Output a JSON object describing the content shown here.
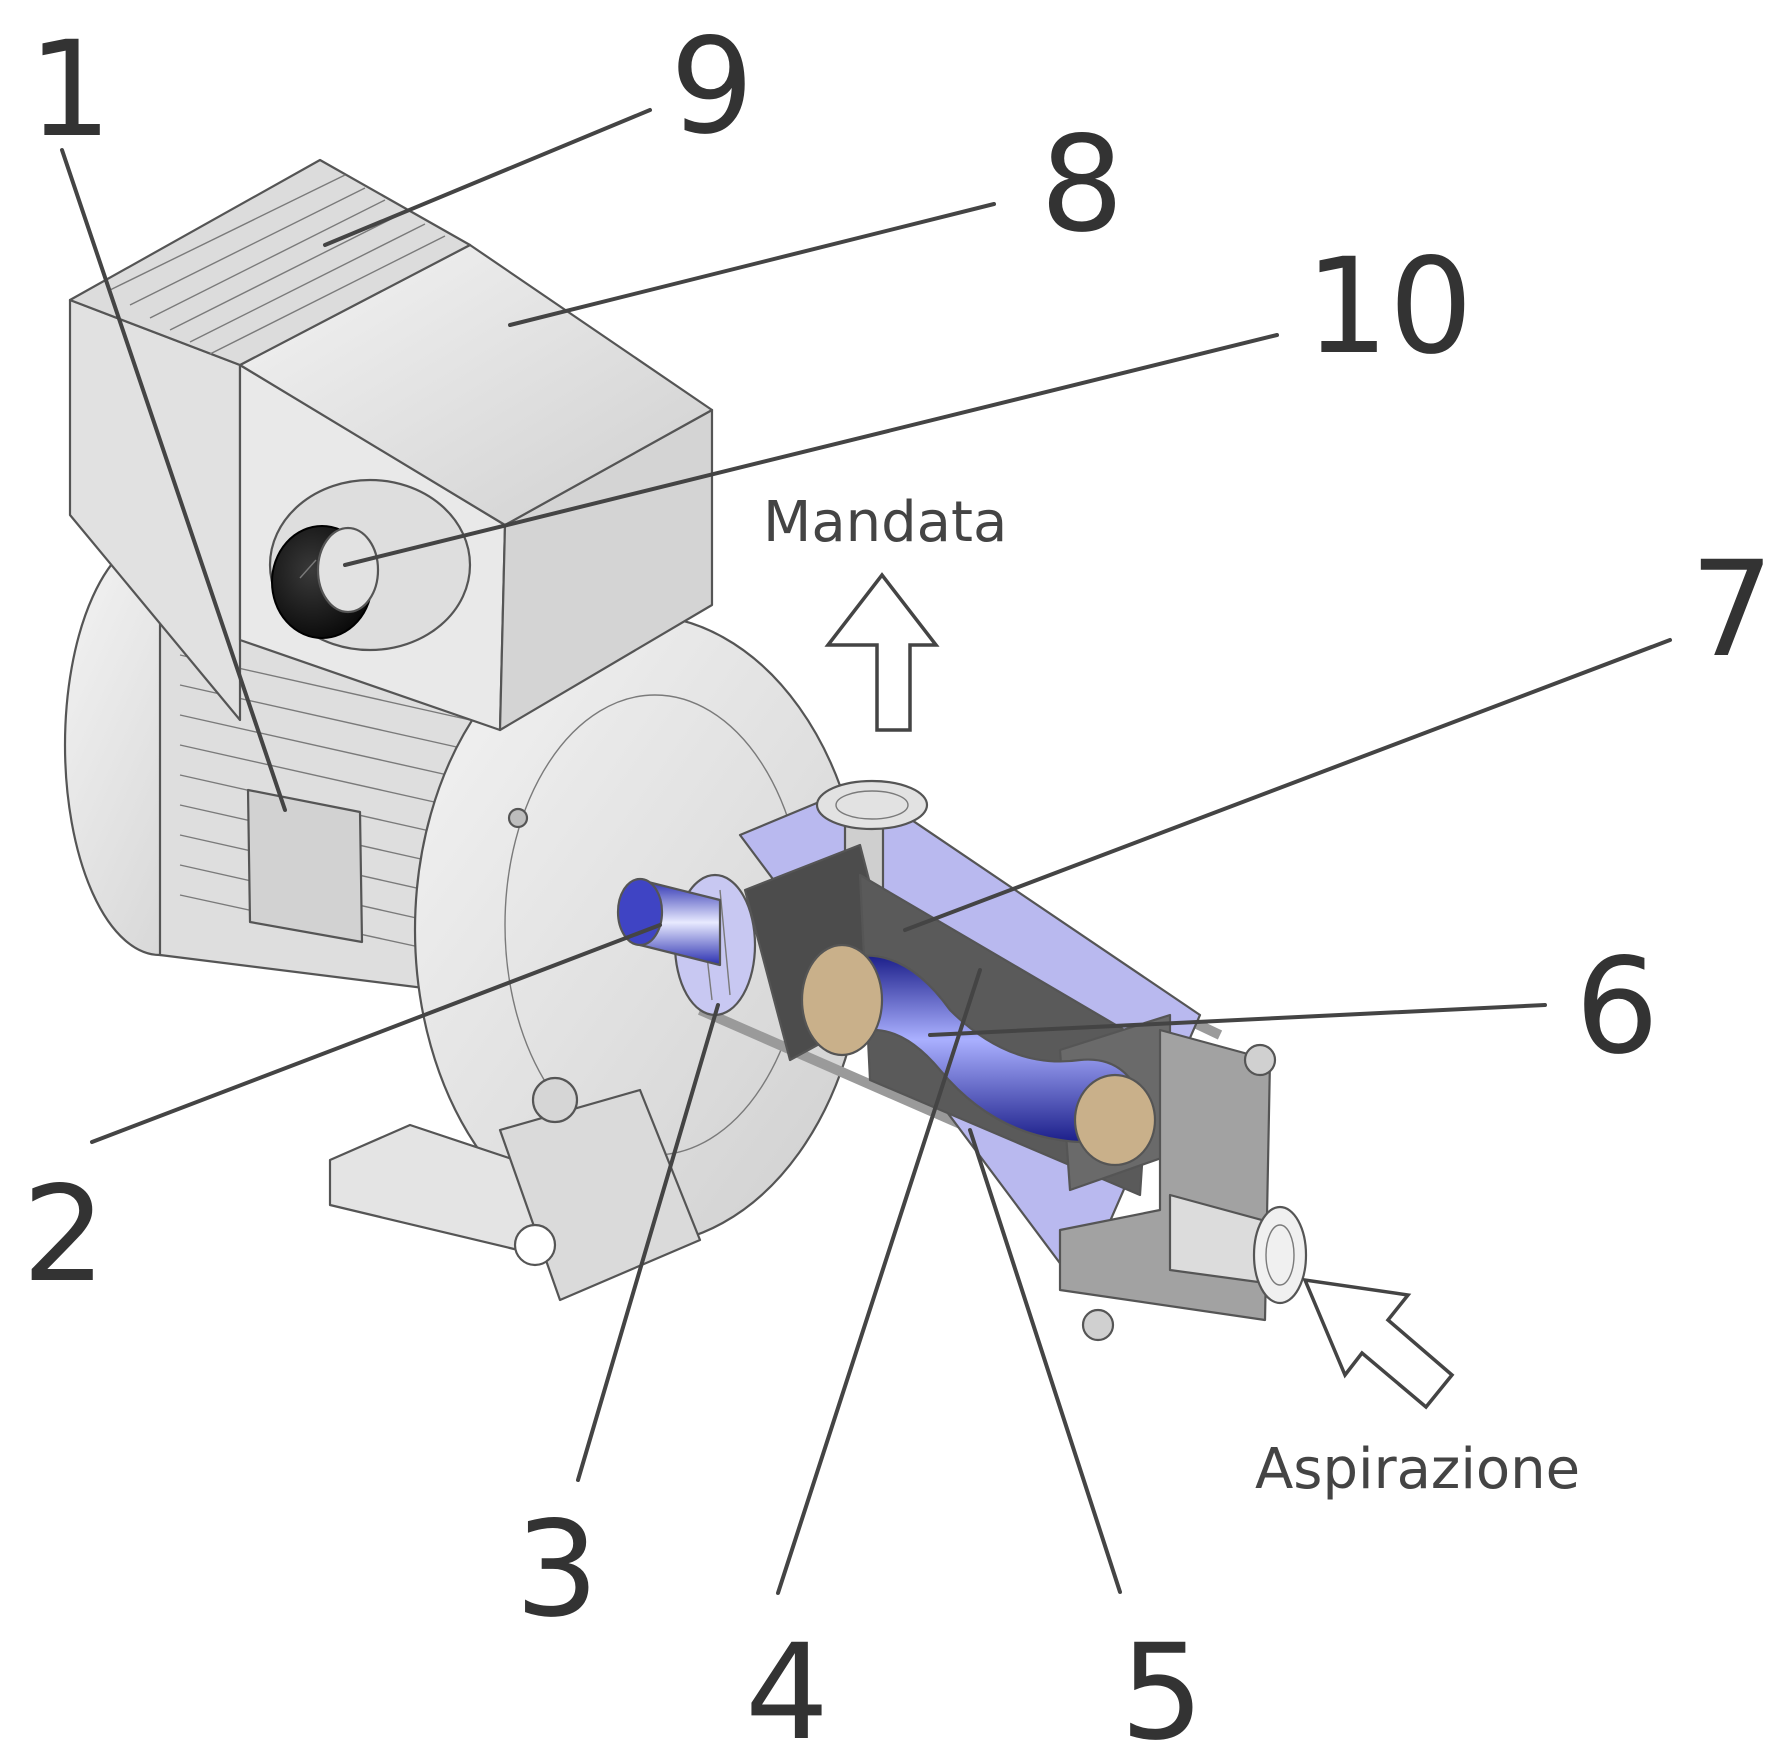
{
  "labels": {
    "n1": "1",
    "n2": "2",
    "n3": "3",
    "n4": "4",
    "n5": "5",
    "n6": "6",
    "n7": "7",
    "n8": "8",
    "n9": "9",
    "n10": "10"
  },
  "flow": {
    "outlet": "Mandata",
    "inlet": "Aspirazione"
  },
  "colors": {
    "housing": "#e6e6e6",
    "housing_shade": "#c9c9c9",
    "stator_cut": "#a9a9e8",
    "stator_dark": "#555555",
    "rotor": "#3a3fc9",
    "rotor_tan": "#c9b08a",
    "knob": "#111111",
    "label": "#333333"
  }
}
